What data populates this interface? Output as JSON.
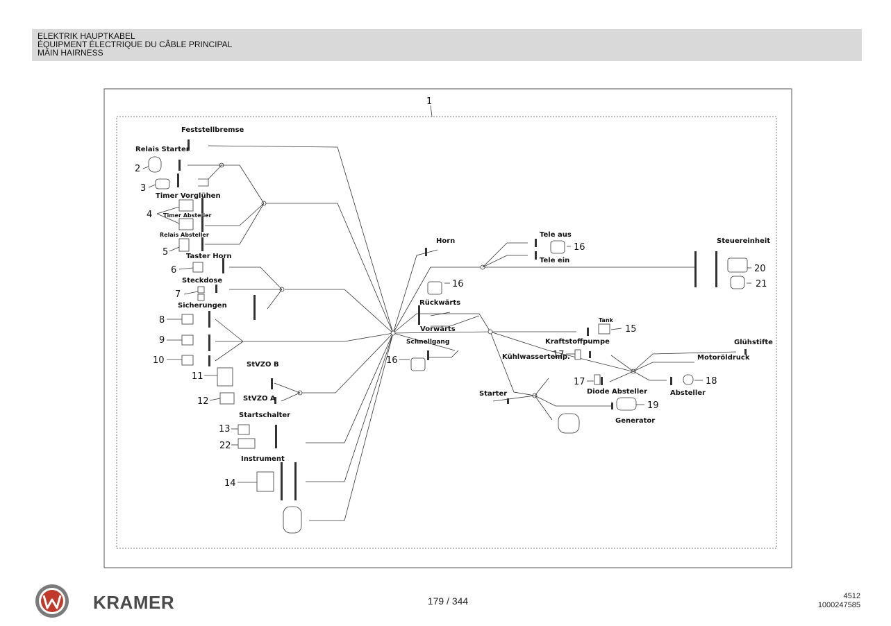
{
  "header": {
    "line1": "ELEKTRIK HAUPTKABEL",
    "line2": "ÉQUIPMENT ÉLECTRIQUE DU CÂBLE PRINCIPAL",
    "line3": "MAIN HAIRNESS"
  },
  "diagram": {
    "main_number": "1",
    "labels": {
      "feststellbremse": "Feststellbremse",
      "relais_starter": "Relais Starter",
      "timer_vorgluehen": "Timer Vorglühen",
      "timer_absteller": "Timer Absteller",
      "relais_absteller": "Relais Absteller",
      "taster_horn": "Taster Horn",
      "steckdose": "Steckdose",
      "sicherungen": "Sicherungen",
      "stvzo_b": "StVZO B",
      "stvzo_a": "StVZO A",
      "startschalter": "Startschalter",
      "instrument": "Instrument",
      "horn": "Horn",
      "tele_aus": "Tele aus",
      "tele_ein": "Tele ein",
      "steuereinheit": "Steuereinheit",
      "rueckwaerts": "Rückwärts",
      "vorwaerts": "Vorwärts",
      "schnellgang": "Schnellgang",
      "tank": "Tank",
      "kraftstoffpumpe": "Kraftstoffpumpe",
      "kuehlwassertemp": "Kühlwassertemp.",
      "gluehstifte": "Glühstifte",
      "motoroeldruck": "Motoröldruck",
      "starter": "Starter",
      "diode_absteller": "Diode Absteller",
      "absteller": "Absteller",
      "generator": "Generator"
    },
    "callouts": {
      "c2": "2",
      "c3": "3",
      "c4": "4",
      "c5": "5",
      "c6": "6",
      "c7": "7",
      "c8": "8",
      "c9": "9",
      "c10": "10",
      "c11": "11",
      "c12": "12",
      "c13": "13",
      "c22": "22",
      "c14": "14",
      "c16a": "16",
      "c16b": "16",
      "c16c": "16",
      "c20": "20",
      "c21": "21",
      "c15": "15",
      "c17a": "17",
      "c17b": "17",
      "c18": "18",
      "c19": "19"
    }
  },
  "footer": {
    "brand": "KRAMER",
    "page": "179 / 344",
    "code1": "4512",
    "code2": "1000247585"
  }
}
